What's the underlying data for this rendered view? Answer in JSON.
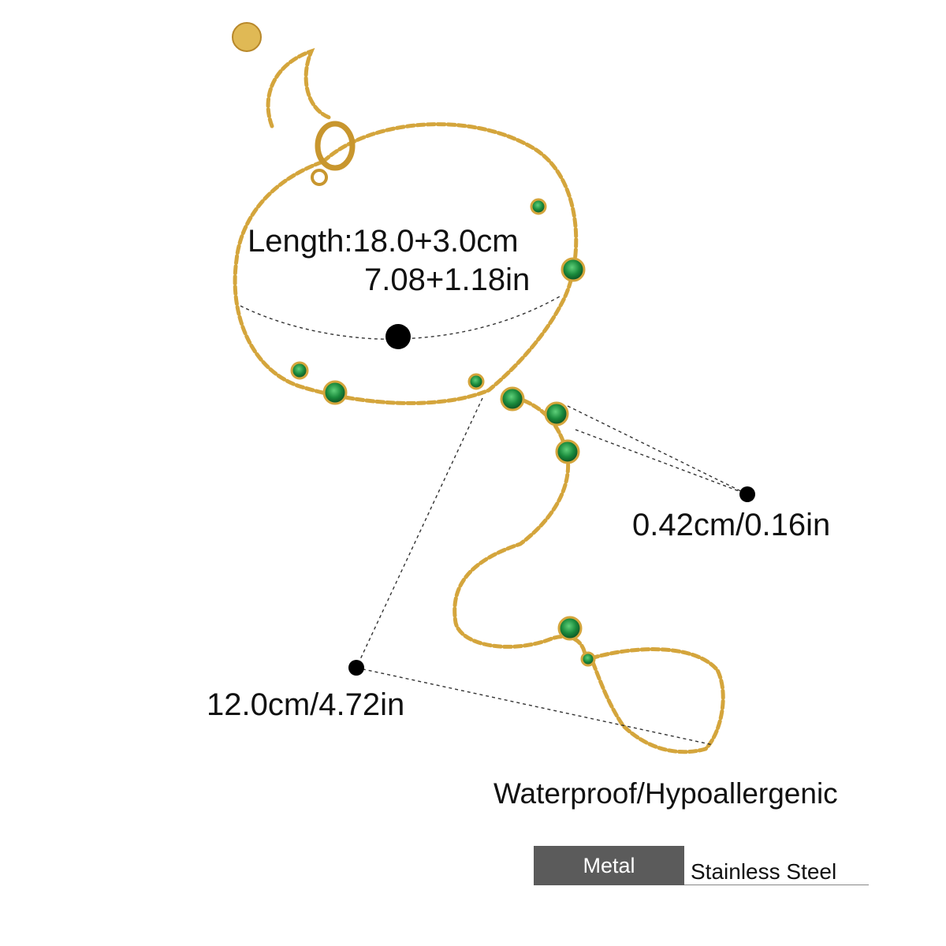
{
  "measurements": {
    "length_cm": "Length:18.0+3.0cm",
    "length_in": "7.08+1.18in",
    "stone_size": "0.42cm/0.16in",
    "finger_chain": "12.0cm/4.72in"
  },
  "feature_text": "Waterproof/Hypoallergenic",
  "spec": {
    "key": "Metal",
    "value": "Stainless Steel"
  },
  "colors": {
    "gold": "#d4a53c",
    "emerald": "#1a8a3c",
    "spec_key_bg": "#5b5b5b"
  }
}
